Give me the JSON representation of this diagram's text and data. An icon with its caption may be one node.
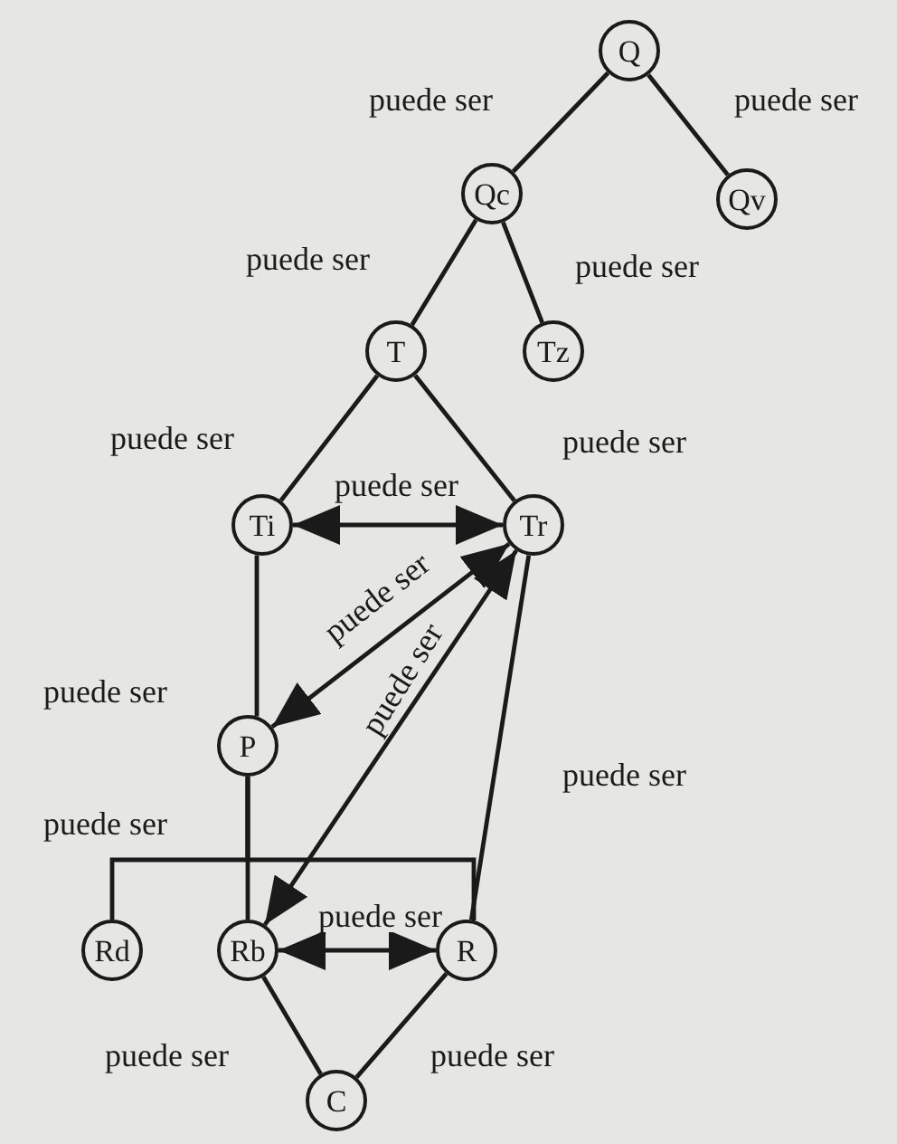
{
  "diagram": {
    "nodes": [
      {
        "text": [
          "Q"
        ]
      },
      {
        "text": [
          "Qc"
        ]
      },
      {
        "text": [
          "Qv"
        ]
      },
      {
        "text": [
          "T"
        ]
      },
      {
        "text": [
          "Tz"
        ]
      },
      {
        "text": [
          "Ti"
        ]
      },
      {
        "text": [
          "Tr"
        ]
      },
      {
        "text": [
          "P"
        ]
      },
      {
        "text": [
          "Rd"
        ]
      },
      {
        "text": [
          "Rb"
        ]
      },
      {
        "text": [
          "R"
        ]
      },
      {
        "text": [
          "C"
        ]
      }
    ],
    "edges": [
      {
        "from": 0,
        "to": 1,
        "arrow": "none",
        "label": "puede ser"
      },
      {
        "from": 0,
        "to": 2,
        "arrow": "none",
        "label": "puede ser"
      },
      {
        "from": 1,
        "to": 3,
        "arrow": "none",
        "label": "puede ser"
      },
      {
        "from": 1,
        "to": 4,
        "arrow": "none",
        "label": "puede ser"
      },
      {
        "from": 3,
        "to": 5,
        "arrow": "none",
        "label": "puede ser"
      },
      {
        "from": 3,
        "to": 6,
        "arrow": "none",
        "label": "puede ser"
      },
      {
        "from": 5,
        "to": 6,
        "arrow": "both",
        "label": "puede ser"
      },
      {
        "from": 6,
        "to": 7,
        "arrow": "both",
        "label": "puede ser"
      },
      {
        "from": 6,
        "to": 9,
        "arrow": "both",
        "label": "puede ser"
      },
      {
        "from": 5,
        "to": 7,
        "arrow": "none",
        "label": "puede ser"
      },
      {
        "from": 7,
        "to": 8,
        "arrow": "none",
        "label": "puede ser"
      },
      {
        "from": 7,
        "to": 9,
        "arrow": "none"
      },
      {
        "from": 7,
        "to": 10,
        "arrow": "none"
      },
      {
        "from": 6,
        "to": 10,
        "arrow": "none",
        "label": "puede ser"
      },
      {
        "from": 9,
        "to": 10,
        "arrow": "both",
        "label": "puede ser"
      },
      {
        "from": 9,
        "to": 11,
        "arrow": "none",
        "label": "puede ser"
      },
      {
        "from": 10,
        "to": 11,
        "arrow": "none",
        "label": "puede ser"
      }
    ]
  }
}
